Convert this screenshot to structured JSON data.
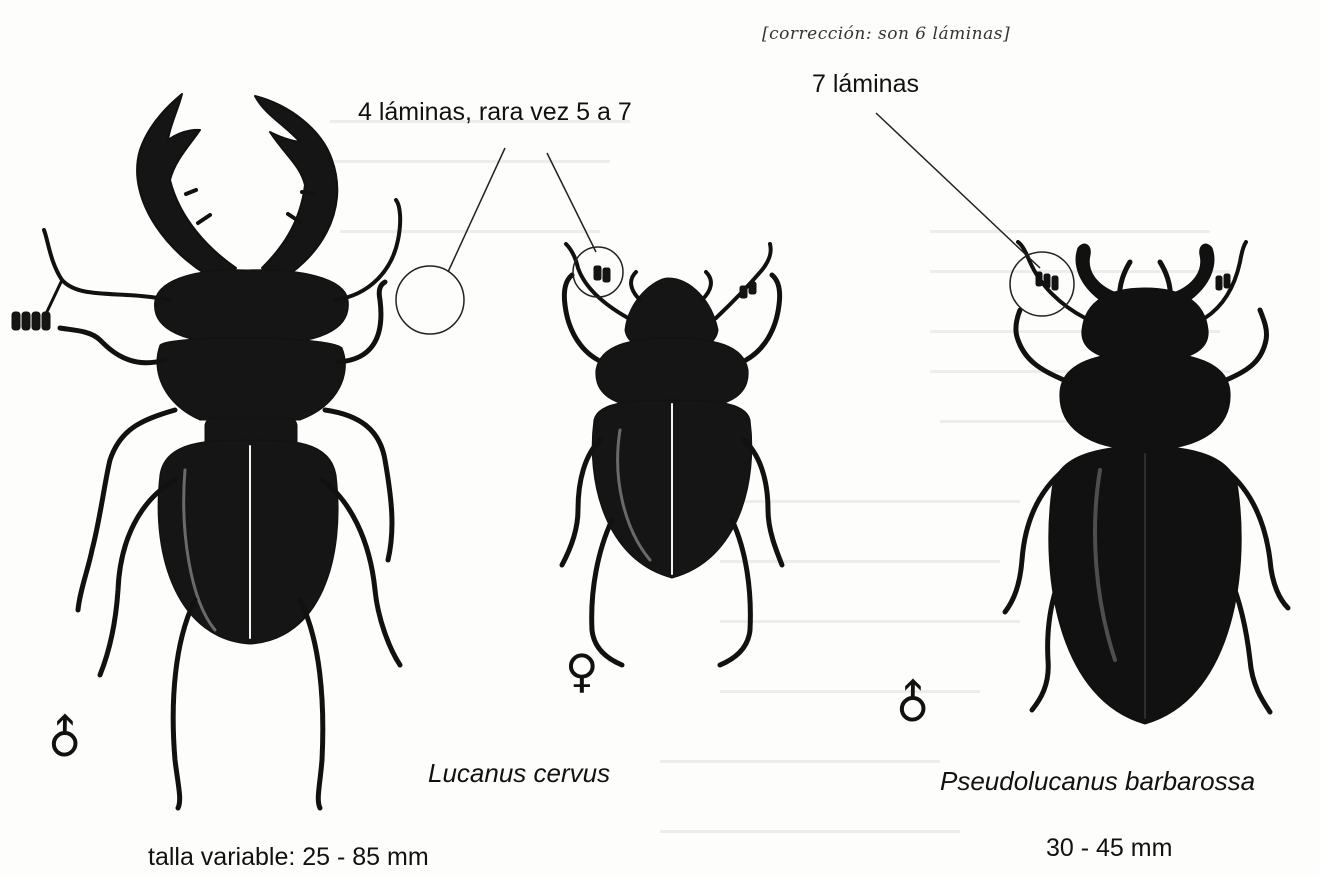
{
  "correction_note": "[corrección: son 6 láminas]",
  "callouts": {
    "lucanus": "4 láminas, rara vez 5 a 7",
    "pseudolucanus": "7 láminas"
  },
  "species": {
    "lucanus": {
      "name": "Lucanus cervus",
      "size": "talla variable: 25 - 85 mm"
    },
    "pseudolucanus": {
      "name": "Pseudolucanus barbarossa",
      "size": "30 - 45 mm"
    }
  },
  "symbols": {
    "male": "♂",
    "female": "♀"
  },
  "colors": {
    "ink": "#111111",
    "paper": "#fdfdfb",
    "bleed": "#cfcfca"
  }
}
